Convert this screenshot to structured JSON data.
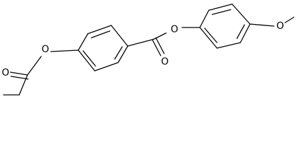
{
  "diagram": {
    "atoms": {
      "o_propanoyl_ester": "O",
      "o_propanoyl_carbonyl": "O",
      "o_benzoate_carbonyl": "O",
      "o_benzoate_ester": "O",
      "o_methoxy": "O"
    },
    "colors": {
      "bond": "#000000",
      "background": "#ffffff"
    }
  }
}
